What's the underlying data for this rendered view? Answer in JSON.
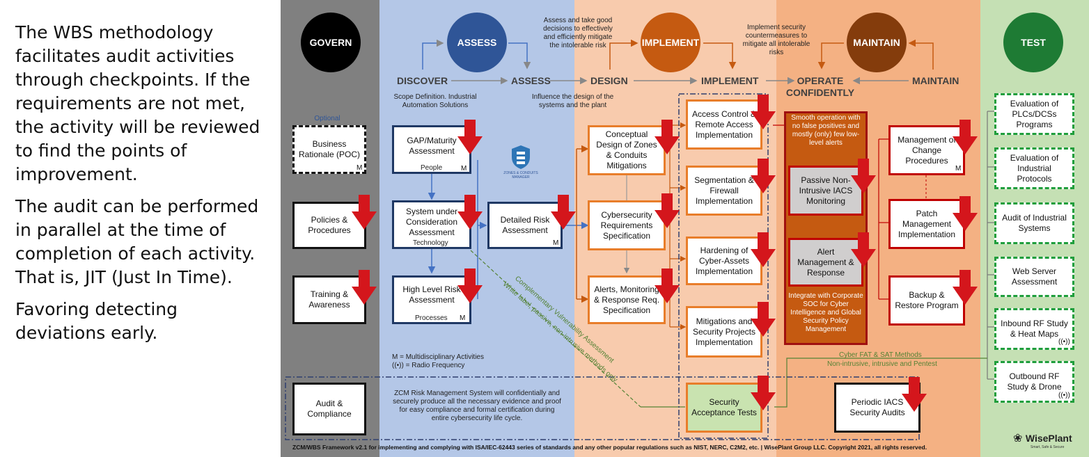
{
  "left_panel": {
    "para1": "The WBS methodology facilitates audit activities through checkpoints. If the requirements are not met, the activity will be reviewed to find the points of improvement.",
    "para2": "The audit can be performed in parallel at the time of completion of each activity. That is, JIT (Just In Time).",
    "para3": "Favoring detecting deviations early."
  },
  "colors": {
    "govern": "#808080",
    "assess": "#b4c7e7",
    "implement": "#f8cbad",
    "maintain": "#f4b183",
    "test": "#c5e0b4",
    "accent_red": "#d4161c",
    "navy": "#2f5597",
    "orange": "#c55a11",
    "brown": "#843c0c",
    "green": "#1e7b34"
  },
  "phases": {
    "govern": "GOVERN",
    "assess": "ASSESS",
    "implement": "IMPLEMENT",
    "maintain": "MAINTAIN",
    "test": "TEST"
  },
  "stages": {
    "discover": "DISCOVER",
    "assess": "ASSESS",
    "design": "DESIGN",
    "implement": "IMPLEMENT",
    "operate": "OPERATE CONFIDENTLY",
    "maintain": "MAINTAIN"
  },
  "notes": {
    "assess_note": "Assess and take good decisions to effectively and efficiently mitigate the intolerable risk",
    "implement_note": "Implement security countermeasures to mitigate all intolerable risks",
    "scope": "Scope Definition. Industrial Automation Solutions",
    "influence": "Influence the design of the systems and the plant",
    "optional": "Optional",
    "legend_m": "M = Multidisciplinary Activities",
    "legend_rf": "= Radio Frequency",
    "zcm": "ZCM Risk Management System will confidentially and securely produce all the necessary evidence and proof for easy compliance and formal certification during entire cybersecurity life cycle.",
    "vuln1": "Complementary Vulnerability Assessment",
    "vuln2": "White label, passive, non-intrusive methods only",
    "fat1": "Cyber FAT & SAT Methods",
    "fat2": "Non-intrusive, intrusive and Pentest",
    "logo_caption": "ZONES & CONDUITS MANAGER",
    "footer": "ZCM/WBS Framework v2.1 for implementing and complying with ISA/IEC-62443 series of standards and any other popular regulations such as NIST, NERC, C2M2, etc. | WisePlant Group LLC. Copyright 2021, all rights reserved.",
    "brand": "WisePlant",
    "brand_tag": "Smart, Safe & Secure"
  },
  "boxes": {
    "business": "Business Rationale (POC)",
    "policies": "Policies & Procedures",
    "training": "Training & Awareness",
    "audit": "Audit & Compliance",
    "gap": "GAP/Maturity Assessment",
    "gap_sub": "People",
    "suc": "System under Consideration Assessment",
    "suc_sub": "Technology",
    "hlr": "High Level Risk Assessment",
    "hlr_sub": "Processes",
    "drisk": "Detailed Risk Assessment",
    "conceptual": "Conceptual Design of Zones & Conduits Mitigations",
    "cyberreq": "Cybersecurity Requirements Specification",
    "alerts_spec": "Alerts, Monitoring & Response Req. Specification",
    "access": "Access Control & Remote Access Implementation",
    "segmentation": "Segmentation & Firewall Implementation",
    "hardening": "Hardening of Cyber-Assets Implementation",
    "mitigations": "Mitigations and Security Projects Implementation",
    "sat": "Security Acceptance Tests",
    "smooth": "Smooth operation with no false positives and mostly (only) few low-level alerts",
    "passive": "Passive Non-Intrusive IACS Monitoring",
    "alertmgmt": "Alert Management & Response",
    "soc": "Integrate with Corporate SOC for Cyber Intelligence and Global Security Policy Management",
    "change": "Management of Change Procedures",
    "patch": "Patch Management Implementation",
    "backup": "Backup & Restore Program",
    "periodic": "Periodic IACS Security Audits",
    "plc": "Evaluation of PLCs/DCSs Programs",
    "protocols": "Evaluation of Industrial Protocols",
    "audit_sys": "Audit of Industrial Systems",
    "webserver": "Web Server Assessment",
    "inbound": "Inbound RF Study & Heat Maps",
    "outbound": "Outbound RF Study & Drone",
    "m": "M"
  }
}
